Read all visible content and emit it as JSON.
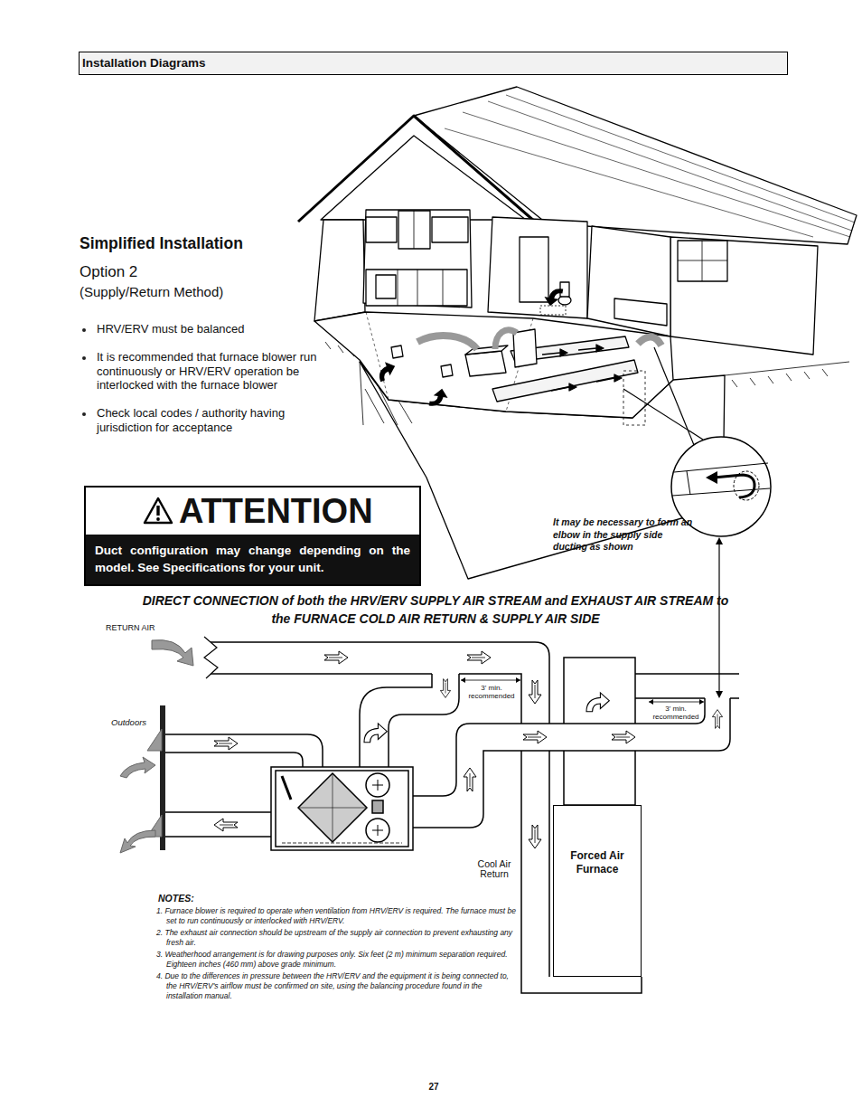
{
  "diagram": {
    "title": "Simplified Installation",
    "nodes": [
      {
        "text": [
          "Installation Diagrams"
        ]
      },
      {
        "text": [
          "ATTENTION",
          "Duct configuration may change depending on the model. See Specifications for your unit."
        ]
      },
      {
        "text": [
          "Forced Air Furnace"
        ]
      }
    ],
    "labels": [
      "Option 2",
      "(Supply/Return Method)",
      "HRV/ERV must be balanced",
      "It is recommended that furnace blower run continuously or HRV/ERV operation be interlocked with the furnace blower",
      "Check local codes / authority having jurisdiction for acceptance",
      "It may be necessary to form an elbow in the supply side ducting as shown",
      "DIRECT CONNECTION of both the HRV/ERV SUPPLY AIR STREAM and EXHAUST AIR STREAM to the FURNACE COLD AIR RETURN & SUPPLY AIR SIDE",
      "RETURN AIR",
      "Outdoors",
      "3' min. recommended",
      "3' min. recommended",
      "Cool Air Return",
      "NOTES:",
      "1. Furnace blower is required to operate when ventilation from HRV/ERV is required. The furnace must be set to run continuously or interlocked with HRV/ERV.",
      "2. The exhaust air connection should be upstream of the supply air connection to prevent exhausting any fresh air.",
      "3. Weatherhood arrangement is for drawing purposes only. Six feet (2 m) minimum separation required. Eighteen inches (460 mm) above grade minimum.",
      "4. Due to the differences in pressure between the HRV/ERV and the equipment it is being connected to, the HRV/ERV's airflow must be confirmed on site, using the balancing procedure found in the installation manual.",
      "27"
    ]
  }
}
